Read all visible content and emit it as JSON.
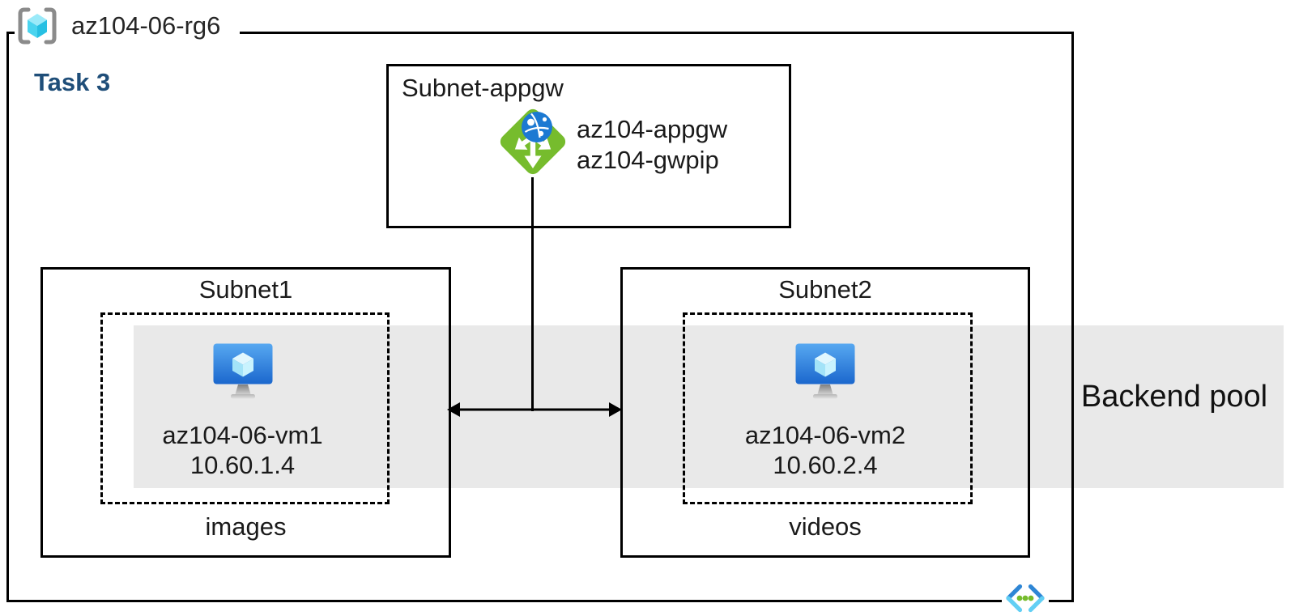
{
  "header": {
    "resource_group_name": "az104-06-rg6",
    "task_label": "Task 3"
  },
  "appgw_subnet": {
    "title": "Subnet-appgw",
    "gateway_name": "az104-appgw",
    "public_ip_name": "az104-gwpip"
  },
  "subnets": [
    {
      "title": "Subnet1",
      "vm": {
        "name": "az104-06-vm1",
        "ip": "10.60.1.4"
      },
      "caption": "images"
    },
    {
      "title": "Subnet2",
      "vm": {
        "name": "az104-06-vm2",
        "ip": "10.60.2.4"
      },
      "caption": "videos"
    }
  ],
  "backend_pool": {
    "label": "Backend pool"
  },
  "icons": {
    "resource_group": "gray-brackets-with-cyan-cube",
    "application_gateway": "green-diamond-with-white-arrows-and-blue-globe",
    "virtual_machine": "blue-monitor-with-cyan-cube",
    "virtual_network": "blue-angle-brackets-with-green-dots",
    "backend_arrow": "double-headed-horizontal-arrow"
  },
  "colors": {
    "band_gray": "#E9E9E9",
    "task_blue": "#1F4E79",
    "appgw_green": "#76BC2D",
    "globe_blue": "#1C79D2",
    "vm_screen_top": "#57A8F1",
    "vm_screen_bottom": "#1B67CD",
    "vnet_blue": "#2E86D5",
    "vnet_cyan": "#62CFF4",
    "dot_green": "#76BC2D",
    "rg_bracket_gray": "#8B8B8B",
    "rg_cube_cyan": "#4AD4EF",
    "line_black": "#000000"
  }
}
